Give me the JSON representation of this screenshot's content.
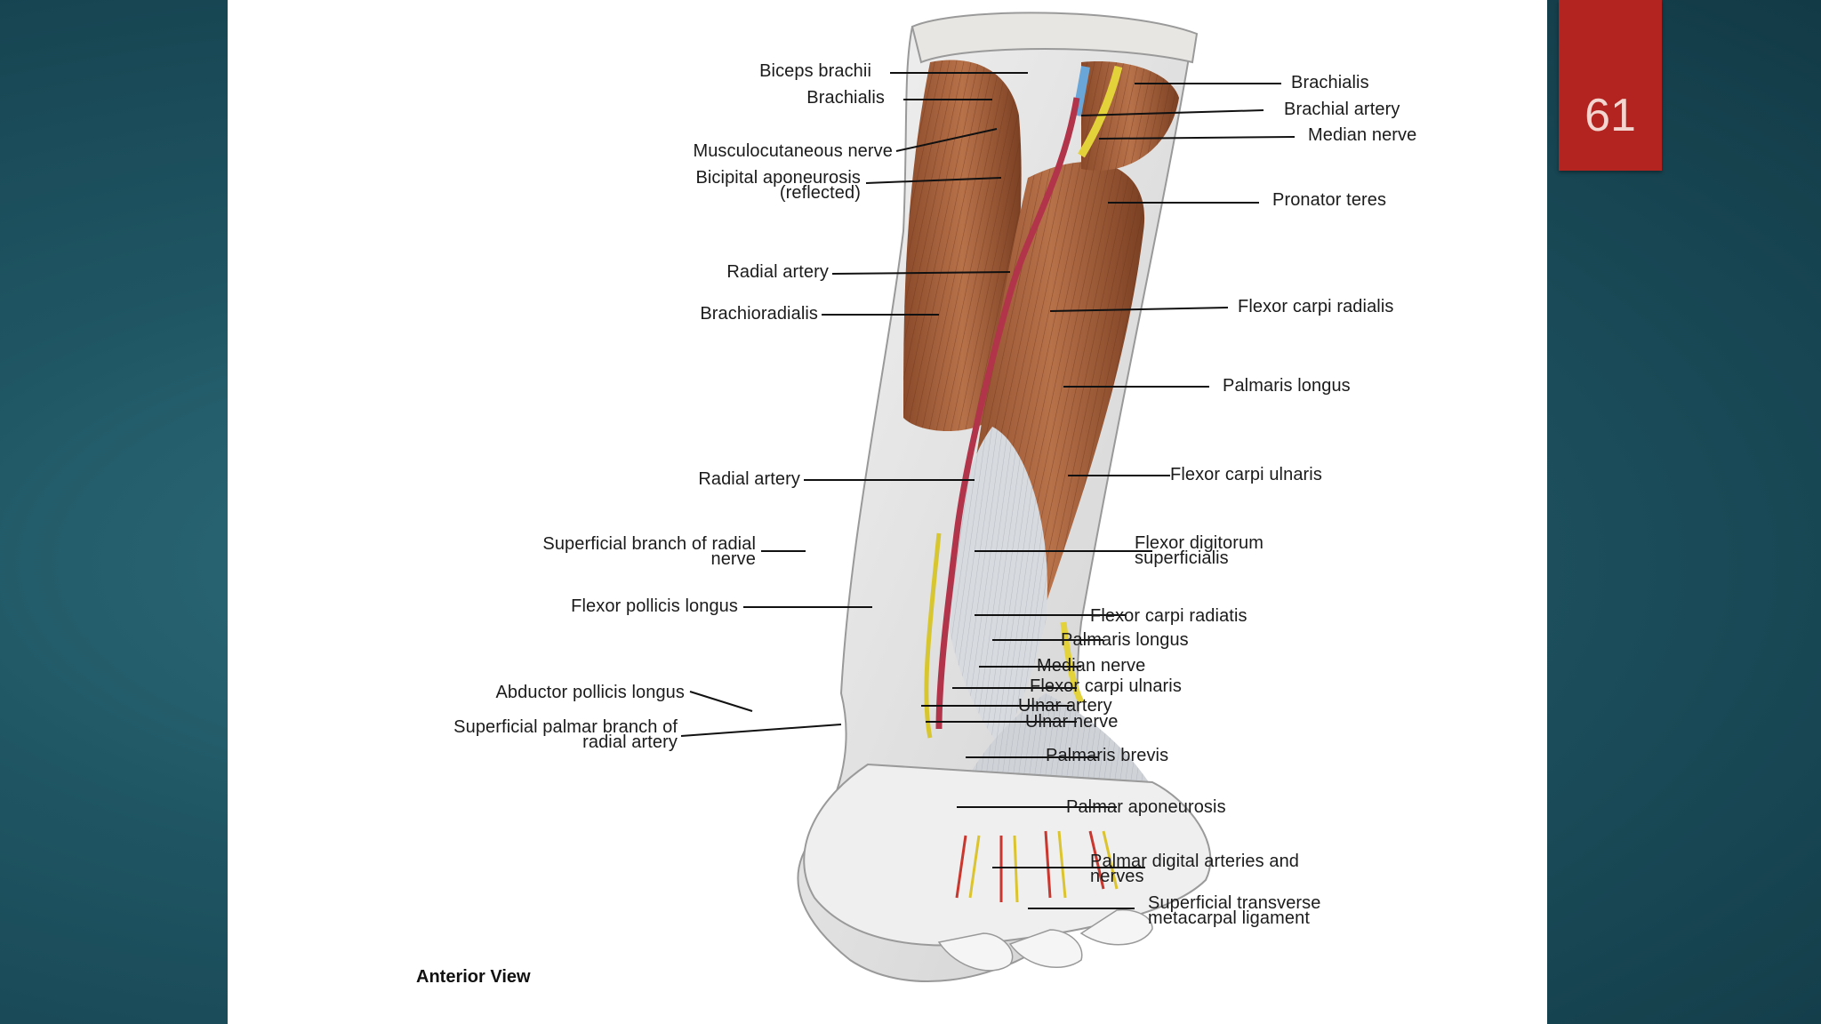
{
  "slide": {
    "number": "61",
    "accent_color": "#b3231f",
    "background_color": "#1f5563"
  },
  "figure": {
    "caption": "Anterior View",
    "labels_left": [
      "Biceps brachii",
      "Brachialis",
      "Musculocutaneous nerve",
      "Bicipital aponeurosis\n(reflected)",
      "Radial artery",
      "Brachioradialis",
      "Radial artery",
      "Superficial branch of radial\nnerve",
      "Flexor pollicis longus",
      "Abductor pollicis longus",
      "Superficial palmar branch of\nradial artery"
    ],
    "labels_right": [
      "Brachialis",
      "Brachial artery",
      "Median nerve",
      "Pronator teres",
      "Flexor carpi radialis",
      "Palmaris longus",
      "Flexor carpi ulnaris",
      "Flexor digitorum\nsuperficialis",
      "Flexor carpi radiatis",
      "Palmaris longus",
      "Median nerve",
      "Flexor carpi ulnaris",
      "Ulnar artery",
      "Ulnar nerve",
      "Palmaris brevis",
      "Palmar aponeurosis",
      "Palmar digital arteries and\nnerves",
      "Superficial transverse\nmetacarpal ligament"
    ]
  }
}
